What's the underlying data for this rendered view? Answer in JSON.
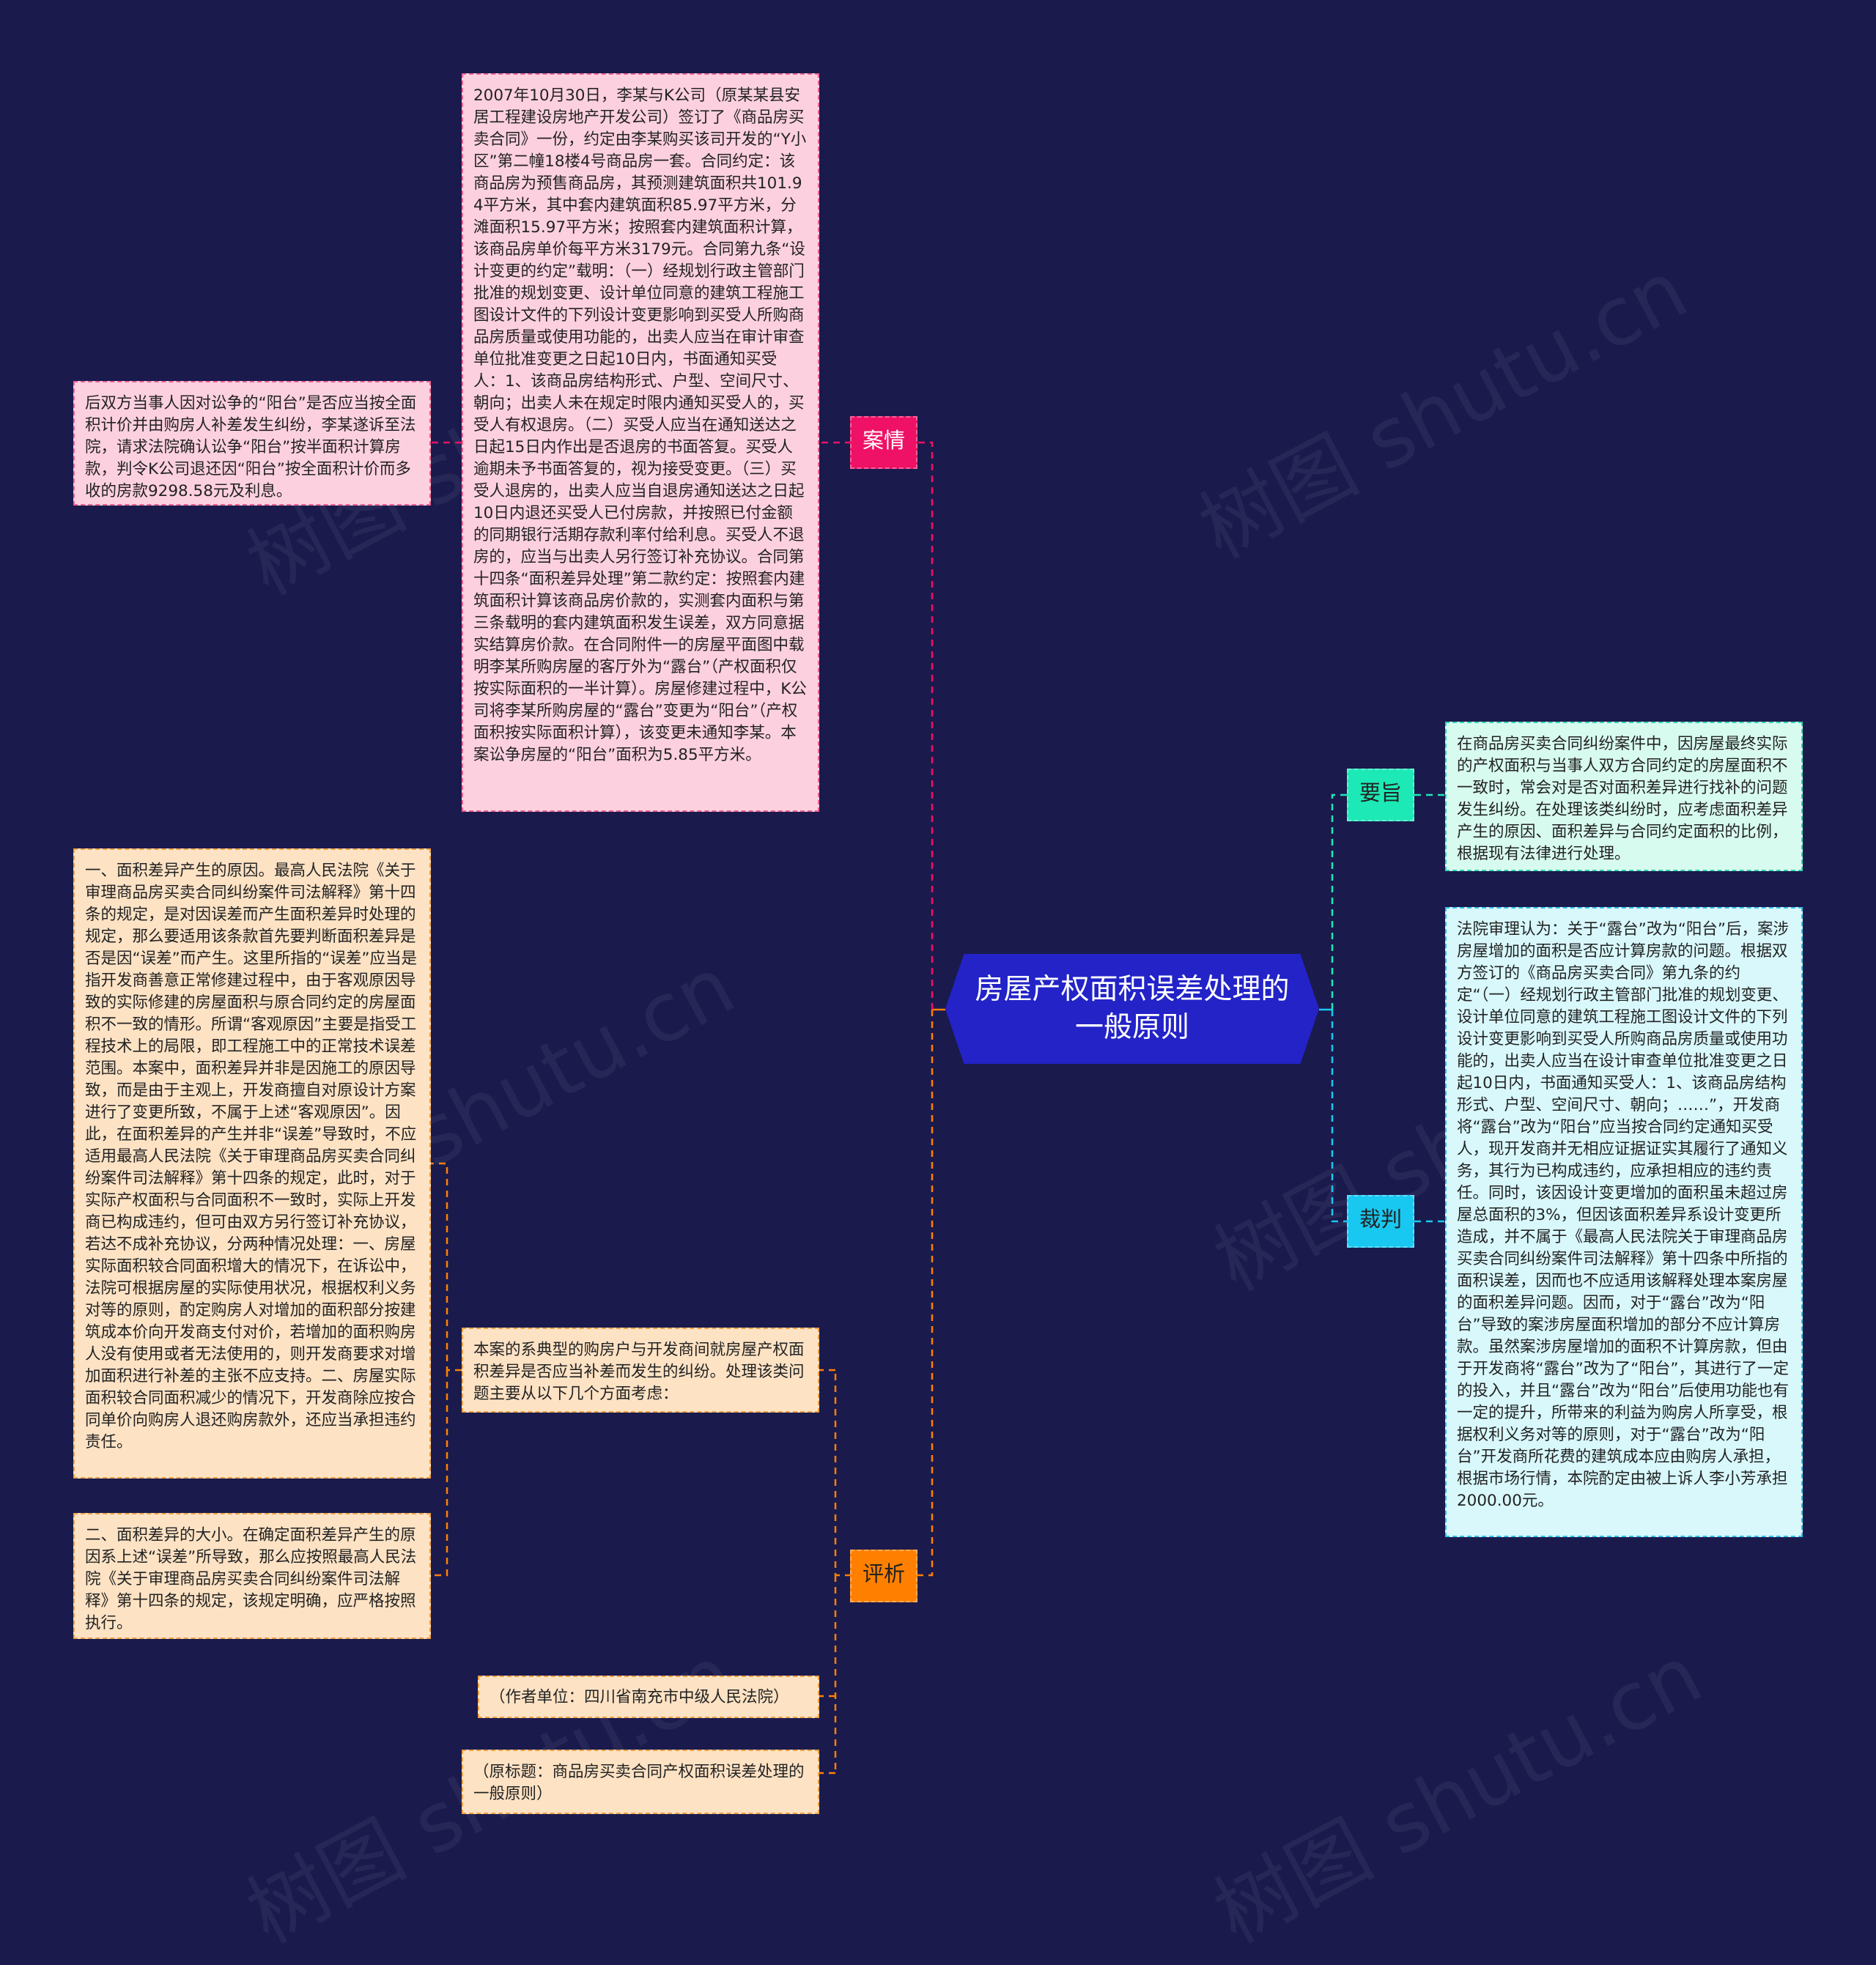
{
  "root": {
    "title": "房屋产权面积误差处理的一般原则"
  },
  "branches": {
    "case": {
      "label": "案情",
      "nodes": [
        "2007年10月30日，李某与K公司（原某某县安居工程建设房地产开发公司）签订了《商品房买卖合同》一份，约定由李某购买该司开发的“Y小区”第二幢18楼4号商品房一套。合同约定：该商品房为预售商品房，其预测建筑面积共101.94平方米，其中套内建筑面积85.97平方米，分滩面积15.97平方米；按照套内建筑面积计算，该商品房单价每平方米3179元。合同第九条“设计变更的约定”载明：（一）经规划行政主管部门批准的规划变更、设计单位同意的建筑工程施工图设计文件的下列设计变更影响到买受人所购商品房质量或使用功能的，出卖人应当在审计审查单位批准变更之日起10日内，书面通知买受人：1、该商品房结构形式、户型、空间尺寸、朝向；出卖人未在规定时限内通知买受人的，买受人有权退房。（二）买受人应当在通知送达之日起15日内作出是否退房的书面答复。买受人逾期未予书面答复的，视为接受变更。（三）买受人退房的，出卖人应当自退房通知送达之日起10日内退还买受人已付房款，并按照已付金额的同期银行活期存款利率付给利息。买受人不退房的，应当与出卖人另行签订补充协议。合同第十四条“面积差异处理”第二款约定：按照套内建筑面积计算该商品房价款的，实测套内面积与第三条载明的套内建筑面积发生误差，双方同意据实结算房价款。在合同附件一的房屋平面图中载明李某所购房屋的客厅外为“露台”（产权面积仅按实际面积的一半计算）。房屋修建过程中，K公司将李某所购房屋的“露台”变更为“阳台”（产权面积按实际面积计算），该变更未通知李某。本案讼争房屋的“阳台”面积为5.85平方米。",
        "后双方当事人因对讼争的“阳台”是否应当按全面积计价并由购房人补差发生纠纷，李某遂诉至法院，请求法院确认讼争“阳台”按半面积计算房款，判令K公司退还因“阳台”按全面积计价而多收的房款9298.58元及利息。"
      ]
    },
    "eval": {
      "label": "评析",
      "intro": "本案的系典型的购房户与开发商间就房屋产权面积差异是否应当补差而发生的纠纷。处理该类问题主要从以下几个方面考虑：",
      "point1": "一、面积差异产生的原因。最高人民法院《关于审理商品房买卖合同纠纷案件司法解释》第十四条的规定，是对因误差而产生面积差异时处理的规定，那么要适用该条款首先要判断面积差异是否是因“误差”而产生。这里所指的“误差”应当是指开发商善意正常修建过程中，由于客观原因导致的实际修建的房屋面积与原合同约定的房屋面积不一致的情形。所谓“客观原因”主要是指受工程技术上的局限，即工程施工中的正常技术误差范围。本案中，面积差异并非是因施工的原因导致，而是由于主观上，开发商擅自对原设计方案进行了变更所致，不属于上述“客观原因”。因此，在面积差异的产生并非“误差”导致时，不应适用最高人民法院《关于审理商品房买卖合同纠纷案件司法解释》第十四条的规定，此时，对于实际产权面积与合同面积不一致时，实际上开发商已构成违约，但可由双方另行签订补充协议，若达不成补充协议，分两种情况处理：一、房屋实际面积较合同面积增大的情况下，在诉讼中，法院可根据房屋的实际使用状况，根据权利义务对等的原则，酌定购房人对增加的面积部分按建筑成本价向开发商支付对价，若增加的面积购房人没有使用或者无法使用的，则开发商要求对增加面积进行补差的主张不应支持。二、房屋实际面积较合同面积减少的情况下，开发商除应按合同单价向购房人退还购房款外，还应当承担违约责任。",
      "point2": "二、面积差异的大小。在确定面积差异产生的原因系上述“误差”所导致，那么应按照最高人民法院《关于审理商品房买卖合同纠纷案件司法解释》第十四条的规定，该规定明确，应严格按照执行。",
      "author": "（作者单位：四川省南充市中级人民法院）",
      "origin": "（原标题：商品房买卖合同产权面积误差处理的一般原则）"
    },
    "gist": {
      "label": "要旨",
      "text": "在商品房买卖合同纠纷案件中，因房屋最终实际的产权面积与当事人双方合同约定的房屋面积不一致时，常会对是否对面积差异进行找补的问题发生纠纷。在处理该类纠纷时，应考虑面积差异产生的原因、面积差异与合同约定面积的比例，根据现有法律进行处理。"
    },
    "judge": {
      "label": "裁判",
      "text": "法院审理认为：关于“露台”改为“阳台”后，案涉房屋增加的面积是否应计算房款的问题。根据双方签订的《商品房买卖合同》第九条的约定“（一）经规划行政主管部门批准的规划变更、设计单位同意的建筑工程施工图设计文件的下列设计变更影响到买受人所购商品房质量或使用功能的，出卖人应当在设计审查单位批准变更之日起10日内，书面通知买受人：1、该商品房结构形式、户型、空间尺寸、朝向；……”，开发商将“露台”改为“阳台”应当按合同约定通知买受人，现开发商并无相应证据证实其履行了通知义务，其行为已构成违约，应承担相应的违约责任。同时，该因设计变更增加的面积虽未超过房屋总面积的3%，但因该面积差异系设计变更所造成，并不属于《最高人民法院关于审理商品房买卖合同纠纷案件司法解释》第十四条中所指的面积误差，因而也不应适用该解释处理本案房屋的面积差异问题。因而，对于“露台”改为“阳台”导致的案涉房屋面积增加的部分不应计算房款。虽然案涉房屋增加的面积不计算房款，但由于开发商将“露台”改为了“阳台”，其进行了一定的投入，并且“露台”改为“阳台”后使用功能也有一定的提升，所带来的利益为购房人所享受，根据权利义务对等的原则，对于“露台”改为“阳台”开发商所花费的建筑成本应由购房人承担，根据市场行情，本院酌定由被上诉人李小芳承担2000.00元。"
    }
  },
  "watermark": "树图 shutu.cn",
  "colors": {
    "background": "#1a1a4d",
    "root": "#2323c8",
    "case": "#ee1165",
    "eval": "#ff8000",
    "gist": "#1de9b6",
    "judge": "#18c8f0"
  }
}
